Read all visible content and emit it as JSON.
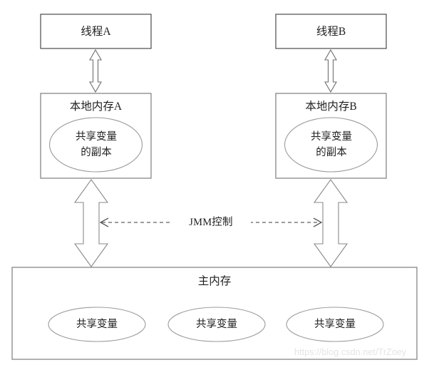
{
  "diagram": {
    "title_hidden": "",
    "threads": [
      {
        "id": "A",
        "label": "线程A"
      },
      {
        "id": "B",
        "label": "线程B"
      }
    ],
    "local_memories": [
      {
        "id": "A",
        "label": "本地内存A",
        "copy_line1": "共享变量",
        "copy_line2": "的副本"
      },
      {
        "id": "B",
        "label": "本地内存B",
        "copy_line1": "共享变量",
        "copy_line2": "的副本"
      }
    ],
    "jmm": {
      "label": "JMM控制"
    },
    "main_memory": {
      "label": "主内存",
      "variables": [
        {
          "label": "共享变量"
        },
        {
          "label": "共享变量"
        },
        {
          "label": "共享变量"
        }
      ]
    },
    "watermark": {
      "text": "https://blog.csdn.net/TrZoey"
    },
    "colors": {
      "box_stroke": "#4a4a4a",
      "mem_stroke": "#7d7d7d",
      "ellipse_stroke": "#9b9b9b",
      "arrow_stroke": "#8a8a8a",
      "dash_stroke": "#3a3a3a",
      "text": "#1f1f1f",
      "background": "#ffffff",
      "watermark": "#e4e4e4"
    }
  }
}
